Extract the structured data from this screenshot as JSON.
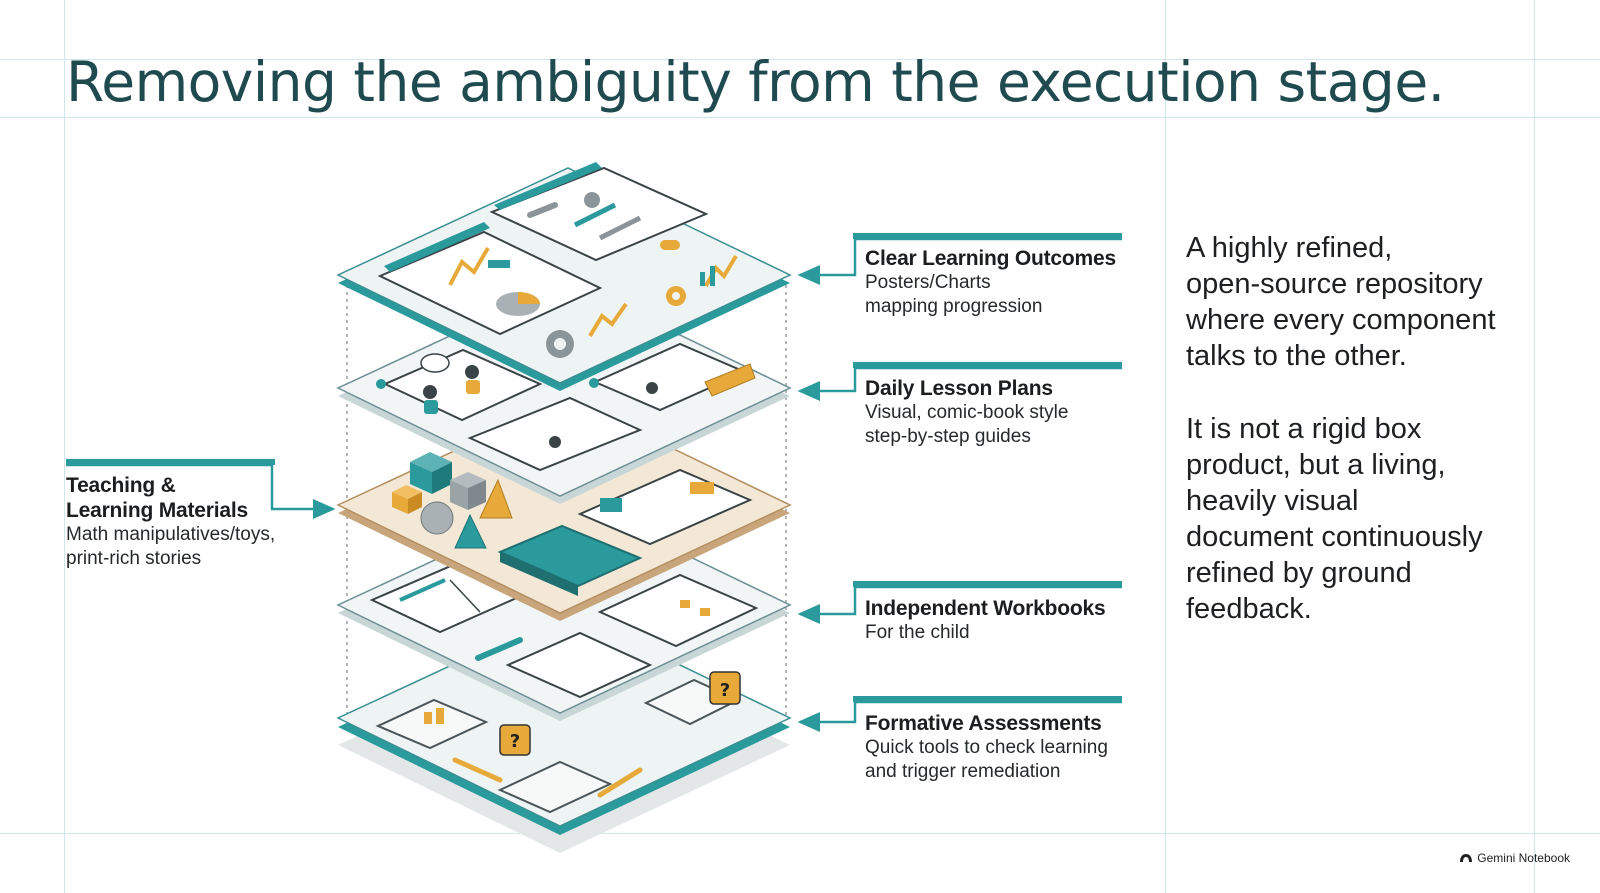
{
  "title": "Removing the ambiguity from the execution stage.",
  "layers": [
    {
      "label": "Clear Learning Outcomes",
      "sub": [
        "Posters/Charts",
        "mapping progression"
      ],
      "side": "right",
      "icons": [
        "chart-poster-icon",
        "pie-chart-icon",
        "gear-icon",
        "trend-arrow-icon"
      ]
    },
    {
      "label": "Daily Lesson Plans",
      "sub": [
        "Visual, comic-book style",
        "step-by-step guides"
      ],
      "side": "right",
      "icons": [
        "comic-panel-icon",
        "teacher-student-icon",
        "speech-bubble-icon"
      ]
    },
    {
      "label": [
        "Teaching &",
        "Learning Materials"
      ],
      "sub": [
        "Math manipulatives/toys,",
        "print-rich stories"
      ],
      "side": "left",
      "icons": [
        "cube-block-icon",
        "sphere-block-icon",
        "pyramid-block-icon",
        "storybook-icon"
      ]
    },
    {
      "label": "Independent Workbooks",
      "sub": [
        "For the child"
      ],
      "side": "right",
      "icons": [
        "open-workbook-icon",
        "pencil-icon",
        "worksheet-icon"
      ]
    },
    {
      "label": "Formative Assessments",
      "sub": [
        "Quick tools to check learning",
        "and trigger remediation"
      ],
      "side": "right",
      "icons": [
        "tablet-icon",
        "question-mark-icon",
        "phone-icon",
        "cycle-arrow-icon"
      ]
    }
  ],
  "description": {
    "paragraph1": [
      "A highly refined,",
      "open-source repository",
      "where every component",
      "talks to the other."
    ],
    "paragraph2": [
      "It is not a rigid box",
      "product, but a living,",
      "heavily visual",
      "document continuously",
      "refined by ground",
      "feedback."
    ]
  },
  "brand": "Gemini Notebook",
  "colors": {
    "teal": "#2a9a9c",
    "teal_dark": "#1f4a4f",
    "amber": "#e6a93a",
    "slate": "#8a9499",
    "sand": "#ecdcc0"
  }
}
